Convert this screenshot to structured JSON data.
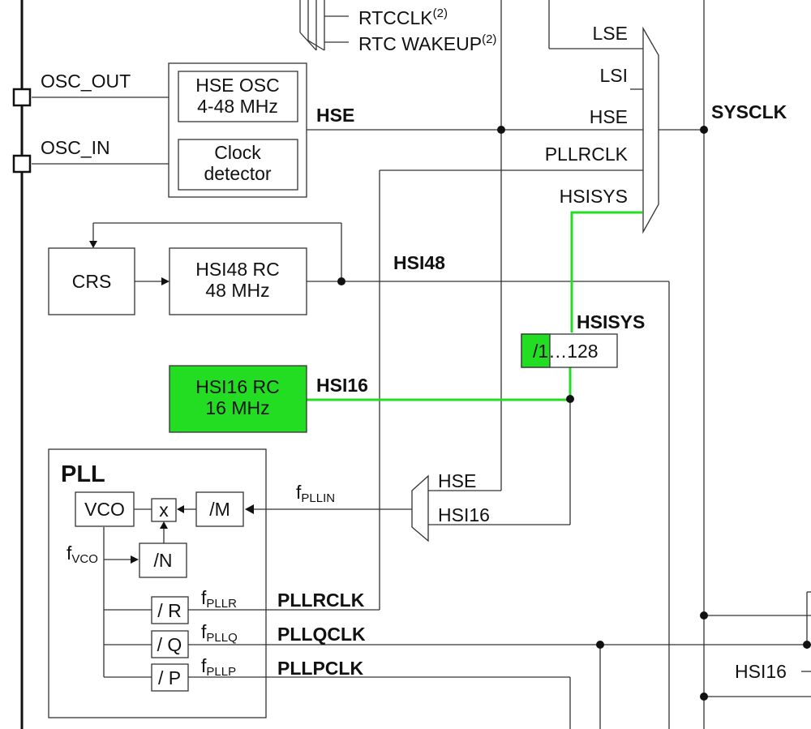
{
  "colors": {
    "highlight": "#22dd22",
    "line": "#333333",
    "background": "#ffffff"
  },
  "top": {
    "rtcclk": "RTCCLK",
    "rtcclk_note": "(2)",
    "rtc_wakeup": "RTC WAKEUP",
    "rtc_wakeup_note": "(2)"
  },
  "pins": {
    "osc_out": "OSC_OUT",
    "osc_in": "OSC_IN"
  },
  "blocks": {
    "hse_osc_line1": "HSE OSC",
    "hse_osc_line2": "4-48 MHz",
    "clock_detector_line1": "Clock",
    "clock_detector_line2": "detector",
    "crs": "CRS",
    "hsi48_line1": "HSI48 RC",
    "hsi48_line2": "48 MHz",
    "hsi16_line1": "HSI16 RC",
    "hsi16_line2": "16 MHz",
    "hsisys_div_a": "/1",
    "hsisys_div_b": "…128"
  },
  "signals": {
    "hse": "HSE",
    "hsi48": "HSI48",
    "hsi16": "HSI16",
    "hsisys": "HSISYS",
    "sysclk": "SYSCLK"
  },
  "sysclk_mux_inputs": [
    "LSE",
    "LSI",
    "HSE",
    "PLLRCLK",
    "HSISYS"
  ],
  "pll_mux_inputs": [
    "HSE",
    "HSI16"
  ],
  "pll": {
    "title": "PLL",
    "vco": "VCO",
    "mult": "x",
    "div_m": "/M",
    "div_n": "/N",
    "div_r": "/ R",
    "div_q": "/ Q",
    "div_p": "/ P",
    "fvco_main": "f",
    "fvco_sub": "VCO",
    "fpllin_main": "f",
    "fpllin_sub": "PLLIN",
    "fpllr_main": "f",
    "fpllr_sub": "PLLR",
    "fpllq_main": "f",
    "fpllq_sub": "PLLQ",
    "fpllp_main": "f",
    "fpllp_sub": "PLLP",
    "out_r": "PLLRCLK",
    "out_q": "PLLQCLK",
    "out_p": "PLLPCLK"
  },
  "right": {
    "hsi16_label": "HSI16"
  }
}
